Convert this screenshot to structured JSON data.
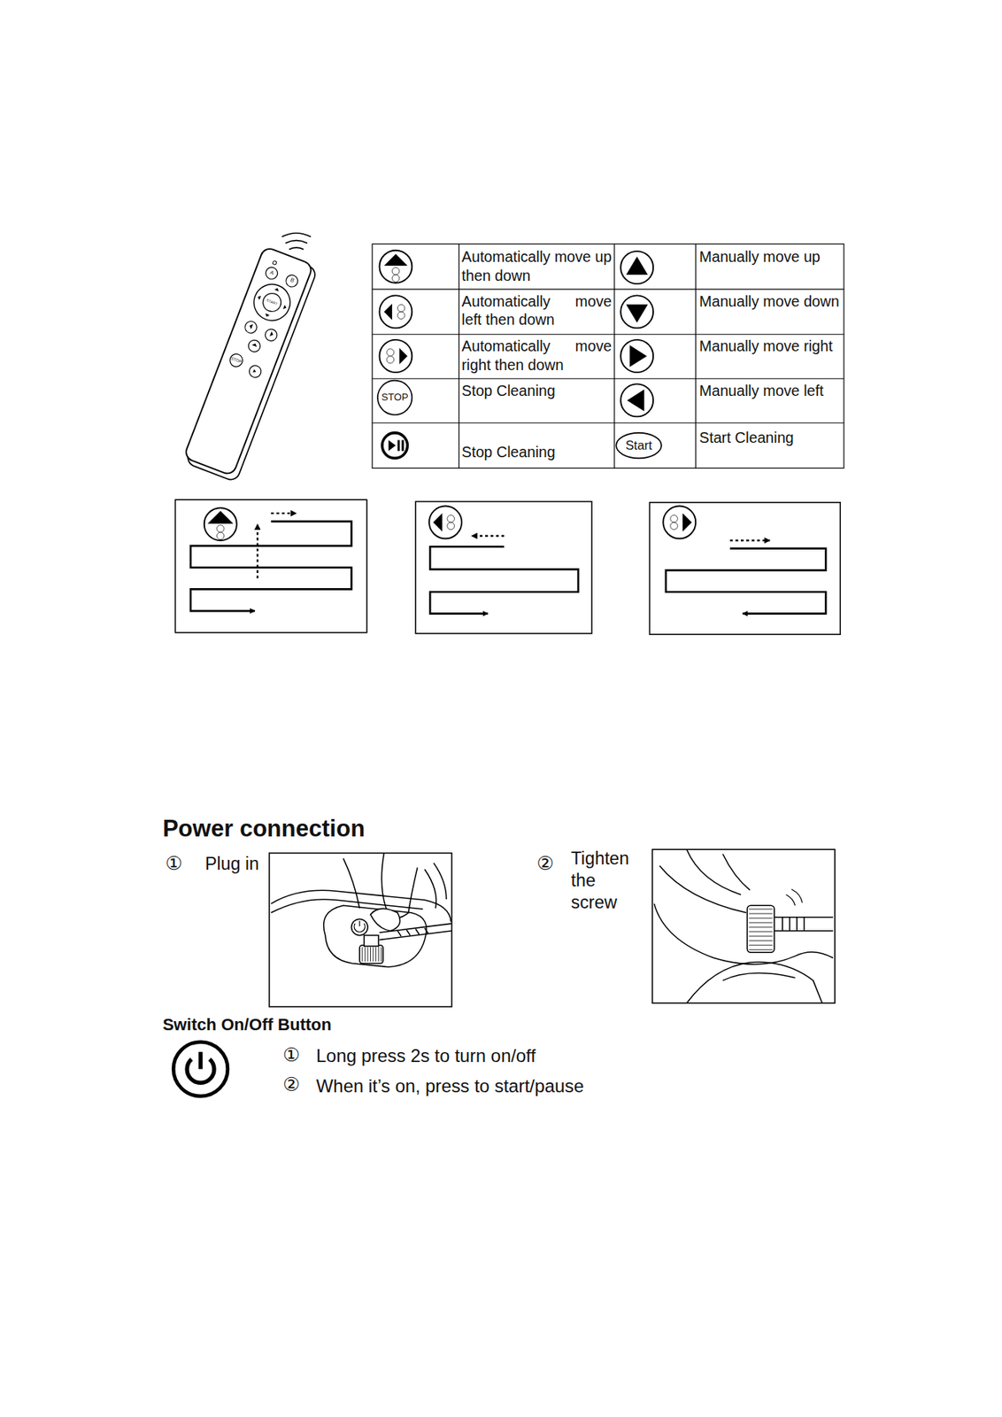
{
  "diagram": {
    "title": "Power connection",
    "labels": [
      "A",
      "B",
      "START",
      "STOP",
      "Automatically move up then down",
      "Manually move up",
      "Automatically move left then down",
      "Manually move down",
      "Automatically move right then down",
      "Manually move right",
      "STOP",
      "Stop Cleaning",
      "Manually move left",
      "Stop Cleaning",
      "Start",
      "Start Cleaning",
      "①",
      "Plug in",
      "②",
      "Tighten the screw",
      "Switch On/Off Button",
      "①",
      "Long press 2s to turn on/off",
      "②",
      "When it’s on, press to start/pause"
    ]
  }
}
